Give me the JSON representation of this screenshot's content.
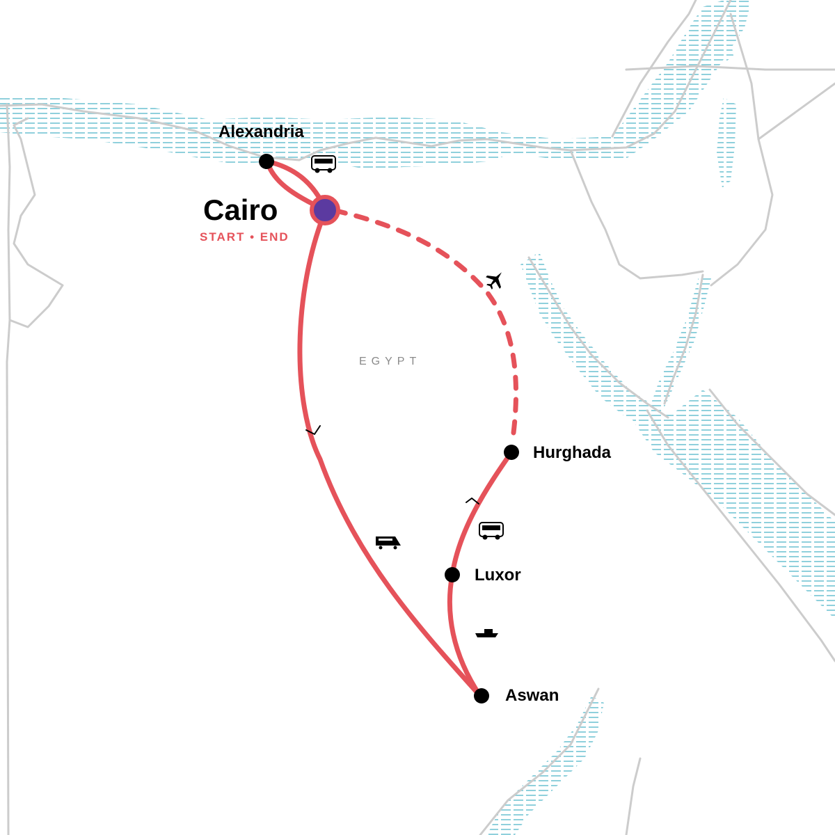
{
  "map": {
    "country_label": "EGYPT",
    "start_city": {
      "name": "Cairo",
      "tag": "START • END"
    },
    "stops": [
      {
        "id": "alexandria",
        "name": "Alexandria"
      },
      {
        "id": "hurghada",
        "name": "Hurghada"
      },
      {
        "id": "luxor",
        "name": "Luxor"
      },
      {
        "id": "aswan",
        "name": "Aswan"
      }
    ],
    "legs": [
      {
        "from": "Cairo",
        "to": "Alexandria",
        "mode": "bus"
      },
      {
        "from": "Cairo",
        "to": "Aswan",
        "mode": "train"
      },
      {
        "from": "Aswan",
        "to": "Luxor",
        "mode": "boat"
      },
      {
        "from": "Luxor",
        "to": "Hurghada",
        "mode": "bus"
      },
      {
        "from": "Hurghada",
        "to": "Cairo",
        "mode": "flight"
      }
    ],
    "icons": [
      "bus-icon",
      "train-icon",
      "boat-icon",
      "plane-icon"
    ],
    "colors": {
      "route": "#e5525a",
      "start_marker": "#5b3aa0",
      "stop_marker": "#000000",
      "border": "#cccccc",
      "water": "#8fd0dc",
      "start_end_text": "#e5525a"
    }
  }
}
